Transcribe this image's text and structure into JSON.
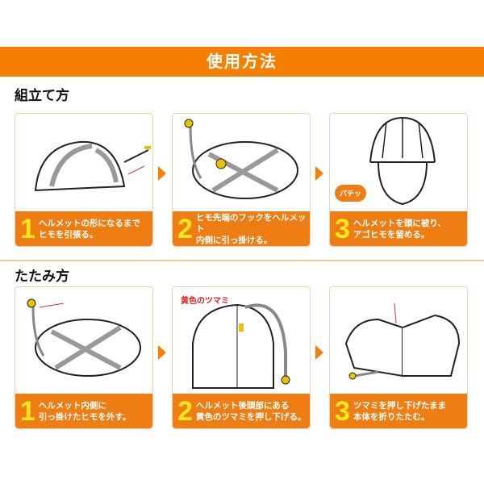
{
  "title": "使用方法",
  "assembly": {
    "heading": "組立て方",
    "steps": [
      {
        "num": "1",
        "text": "ヘルメットの形になるまで\nヒモを引張る。"
      },
      {
        "num": "2",
        "text": "ヒモ先端のフックをヘルメット\n内側に引っ掛ける。"
      },
      {
        "num": "3",
        "text": "ヘルメットを頭に被り、\nアゴヒモを留める。",
        "callout": "パチッ"
      }
    ]
  },
  "folding": {
    "heading": "たたみ方",
    "steps": [
      {
        "num": "1",
        "text": "ヘルメット内側に\n引っ掛けたヒモを外す。"
      },
      {
        "num": "2",
        "text": "ヘルメット後頭部にある\n黄色のツマミを押し下げる。",
        "callout": "黄色のツマミ"
      },
      {
        "num": "3",
        "text": "ツマミを押し下げたまま\n本体を折りたたむ。"
      }
    ]
  },
  "colors": {
    "accent": "#f57f00",
    "number": "#ffe81a"
  }
}
